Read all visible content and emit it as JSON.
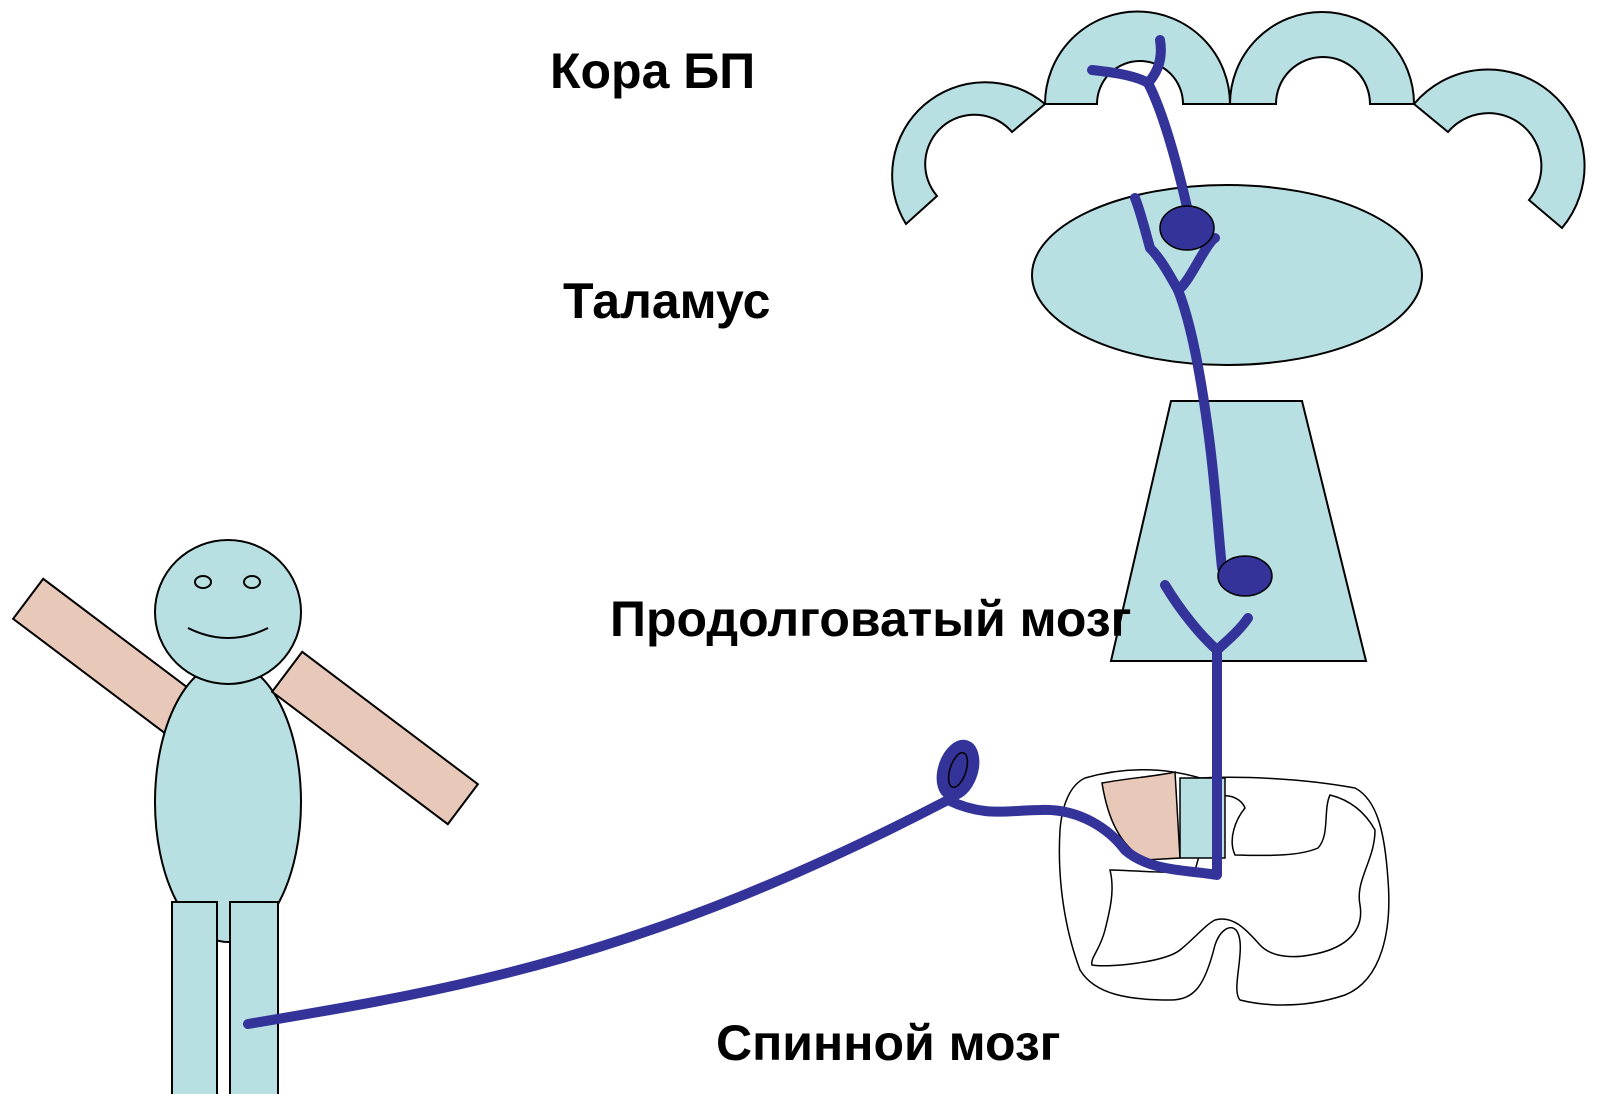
{
  "labels": {
    "cortex": "Кора БП",
    "thalamus": "Таламус",
    "medulla": "Продолговатый мозг",
    "spinal_cord": "Спинной мозг"
  },
  "colors": {
    "structure_fill": "#b8e0e2",
    "skin_fill": "#e8c8b8",
    "pathway": "#333399",
    "outline": "#000000",
    "background": "#ffffff"
  }
}
